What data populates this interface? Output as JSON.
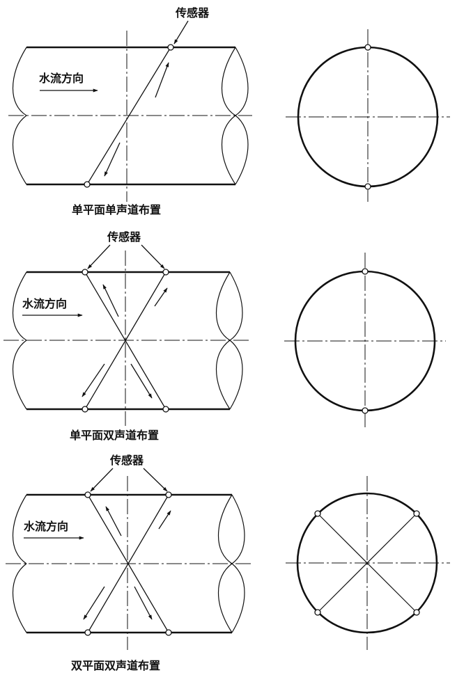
{
  "panels": [
    {
      "sensor_label": "传感器",
      "flow_label": "水流方向",
      "caption": "单平面单声道布置"
    },
    {
      "sensor_label": "传感器",
      "flow_label": "水流方向",
      "caption": "单平面双声道布置"
    },
    {
      "sensor_label": "传感器",
      "flow_label": "水流方向",
      "caption": "双平面双声道布置"
    }
  ]
}
